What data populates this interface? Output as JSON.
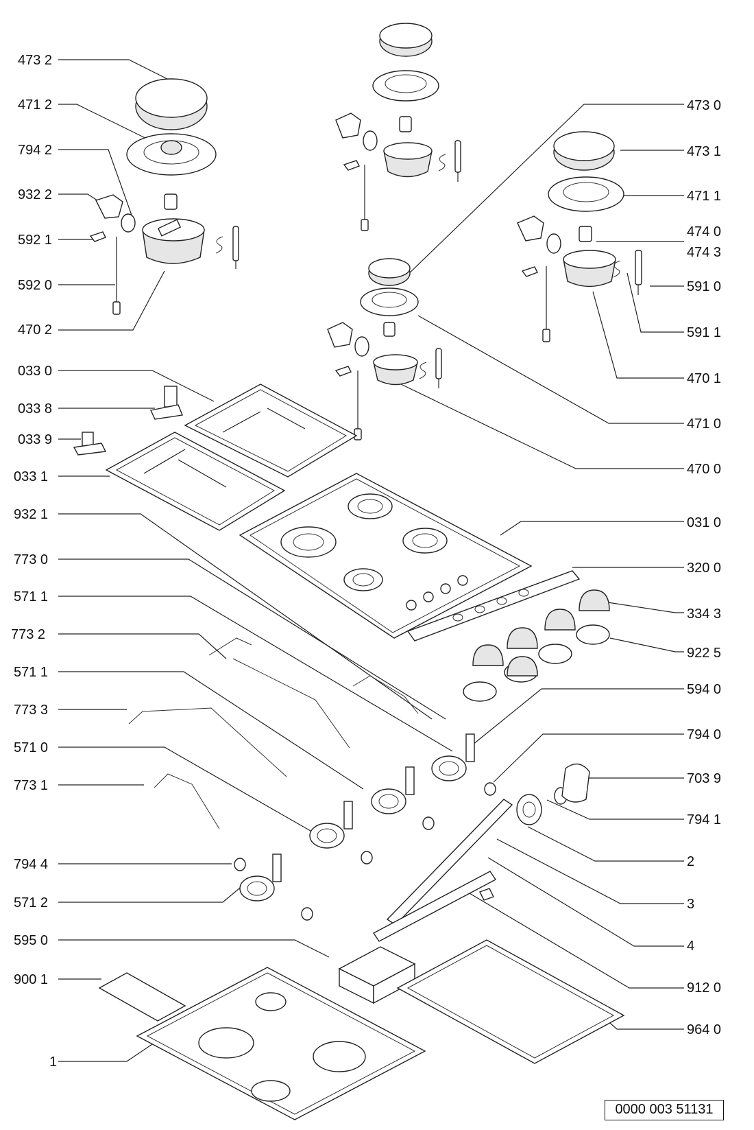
{
  "document_number": "0000 003 51131",
  "left_labels": [
    "473 2",
    "471 2",
    "794 2",
    "932 2",
    "592 1",
    "592 0",
    "470 2",
    "033 0",
    "033 8",
    "033 9",
    "033 1",
    "932 1",
    "773 0",
    "571 1",
    "773  2",
    "571 1",
    "773 3",
    "571 0",
    "773 1",
    "794 4",
    "571 2",
    "595 0",
    "900 1",
    "1"
  ],
  "right_labels": [
    "473 0",
    "473 1",
    "471 1",
    "474 0",
    "474 3",
    "591 0",
    "591 1",
    "470 1",
    "471 0",
    "470 0",
    "031 0",
    "320 0",
    "334 3",
    "922 5",
    "594 0",
    "794 0",
    "703 9",
    "794 1",
    "2",
    "3",
    "4",
    "912 0",
    "964 0"
  ]
}
